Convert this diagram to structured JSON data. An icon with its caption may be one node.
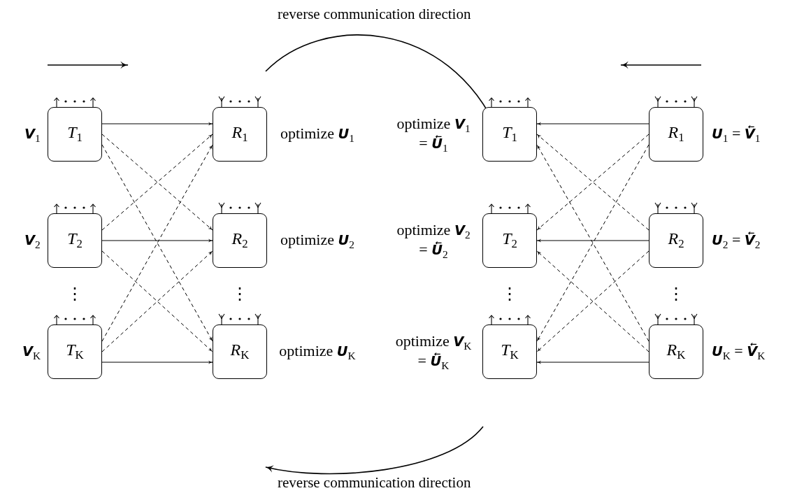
{
  "diagram": {
    "nodes": [
      {
        "text": [
          "*T*$_{1}$"
        ],
        "beside": [
          "**V**$_{1}$"
        ]
      },
      {
        "text": [
          "*T*$_{2}$"
        ],
        "beside": [
          "**V**$_{2}$"
        ]
      },
      {
        "text": [
          "*T*$_{K}$"
        ],
        "beside": [
          "**V**$_{K}$"
        ]
      },
      {
        "text": [
          "*R*$_{1}$"
        ],
        "beside": [
          "optimize **U**$_{1}$"
        ]
      },
      {
        "text": [
          "*R*$_{2}$"
        ],
        "beside": [
          "optimize **U**$_{2}$"
        ]
      },
      {
        "text": [
          "*R*$_{K}$"
        ],
        "beside": [
          "optimize **U**$_{K}$"
        ]
      },
      {
        "text": [
          "*T*$_{1}$"
        ],
        "beside": [
          "optimize **V**$_{1}$ = **U⃖**$_{1}$"
        ]
      },
      {
        "text": [
          "*T*$_{2}$"
        ],
        "beside": [
          "optimize **V**$_{2}$ = **U⃖**$_{2}$"
        ]
      },
      {
        "text": [
          "*T*$_{K}$"
        ],
        "beside": [
          "optimize **V**$_{K}$ = **U⃖**$_{K}$"
        ]
      },
      {
        "text": [
          "*R*$_{1}$"
        ],
        "beside": [
          "**U**$_{1}$ = **V⃖**$_{1}$"
        ]
      },
      {
        "text": [
          "*R*$_{2}$"
        ],
        "beside": [
          "**U**$_{2}$ = **V⃖**$_{2}$"
        ]
      },
      {
        "text": [
          "*R*$_{K}$"
        ],
        "beside": [
          "**U**$_{K}$ = **V⃖**$_{K}$"
        ]
      }
    ],
    "edges": [
      {
        "from": 0,
        "to": 3,
        "arrow": "to"
      },
      {
        "from": 0,
        "to": 4,
        "arrow": "to",
        "style": "dashed"
      },
      {
        "from": 0,
        "to": 5,
        "arrow": "to",
        "style": "dashed"
      },
      {
        "from": 1,
        "to": 3,
        "arrow": "to",
        "style": "dashed"
      },
      {
        "from": 1,
        "to": 4,
        "arrow": "to"
      },
      {
        "from": 1,
        "to": 5,
        "arrow": "to",
        "style": "dashed"
      },
      {
        "from": 2,
        "to": 3,
        "arrow": "to",
        "style": "dashed"
      },
      {
        "from": 2,
        "to": 4,
        "arrow": "to",
        "style": "dashed"
      },
      {
        "from": 2,
        "to": 5,
        "arrow": "to"
      },
      {
        "from": 9,
        "to": 6,
        "arrow": "to"
      },
      {
        "from": 9,
        "to": 7,
        "arrow": "to",
        "style": "dashed"
      },
      {
        "from": 9,
        "to": 8,
        "arrow": "to",
        "style": "dashed"
      },
      {
        "from": 10,
        "to": 6,
        "arrow": "to",
        "style": "dashed"
      },
      {
        "from": 10,
        "to": 7,
        "arrow": "to"
      },
      {
        "from": 10,
        "to": 8,
        "arrow": "to",
        "style": "dashed"
      },
      {
        "from": 11,
        "to": 6,
        "arrow": "to",
        "style": "dashed"
      },
      {
        "from": 11,
        "to": 7,
        "arrow": "to",
        "style": "dashed"
      },
      {
        "from": 11,
        "to": 8,
        "arrow": "to"
      }
    ],
    "labels": [
      "reverse communication direction",
      "⋮",
      "⋮",
      "⋮",
      "⋮",
      "reverse communication direction"
    ]
  }
}
